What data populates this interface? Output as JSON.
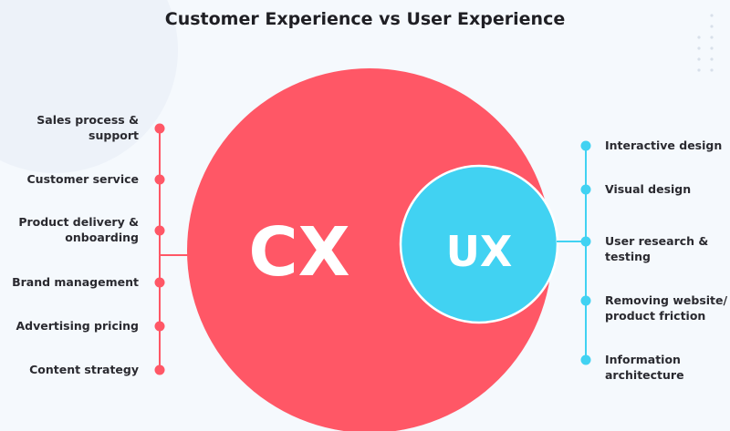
{
  "title": "Customer Experience vs User Experience",
  "colors": {
    "cx": "#ff5766",
    "ux": "#41d2f2",
    "background": "#f5f9fd",
    "text": "#2a2a30"
  },
  "cx": {
    "label": "CX",
    "items": [
      {
        "lines": [
          "Sales process &",
          "support"
        ]
      },
      {
        "lines": [
          "Customer service"
        ]
      },
      {
        "lines": [
          "Product delivery &",
          "onboarding"
        ]
      },
      {
        "lines": [
          "Brand management"
        ]
      },
      {
        "lines": [
          "Advertising pricing"
        ]
      },
      {
        "lines": [
          "Content strategy"
        ]
      }
    ]
  },
  "ux": {
    "label": "UX",
    "items": [
      {
        "lines": [
          "Interactive design"
        ]
      },
      {
        "lines": [
          "Visual design"
        ]
      },
      {
        "lines": [
          "User research &",
          "testing"
        ]
      },
      {
        "lines": [
          "Removing website/",
          "product friction"
        ]
      },
      {
        "lines": [
          "Information",
          "architecture"
        ]
      }
    ]
  }
}
